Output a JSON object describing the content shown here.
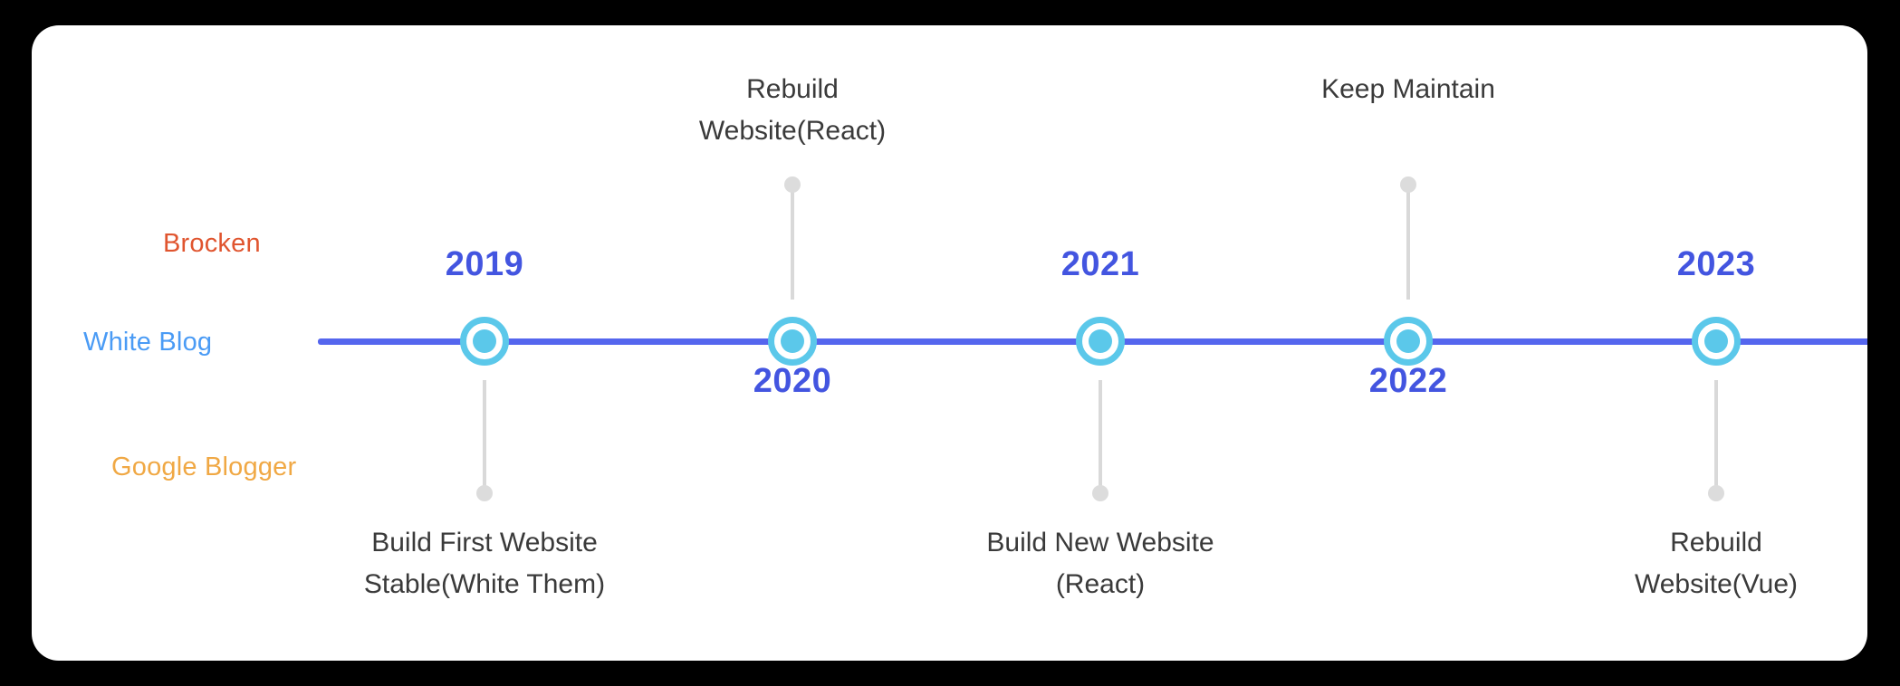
{
  "card": {
    "background": "#ffffff",
    "page_background": "#000000",
    "corner_radius": "30px"
  },
  "legend": {
    "items": [
      {
        "label": "Brocken",
        "color": "#e0552f"
      },
      {
        "label": "White Blog",
        "color": "#4a9bf5"
      },
      {
        "label": "Google Blogger",
        "color": "#f0a844"
      }
    ]
  },
  "axis": {
    "color": "#5566ee"
  },
  "marker": {
    "ring_color": "#5bc8ea",
    "center_color": "#5bc8ea",
    "gap_color": "#ffffff"
  },
  "connector": {
    "line_color": "#d9d9d9",
    "dot_color": "#dcdcdc"
  },
  "year_color": "#4355e0",
  "caption_color": "#3a3a3a",
  "chart_data": {
    "type": "timeline",
    "title": "",
    "orientation": "horizontal",
    "categories": [
      "Brocken",
      "White Blog",
      "Google Blogger"
    ],
    "events": [
      {
        "year": "2019",
        "year_position": "above",
        "caption": "Build First Website\nStable(White Them)",
        "caption_position": "below"
      },
      {
        "year": "2020",
        "year_position": "below",
        "caption": "Rebuild\nWebsite(React)",
        "caption_position": "above"
      },
      {
        "year": "2021",
        "year_position": "above",
        "caption": "Build New Website\n(React)",
        "caption_position": "below"
      },
      {
        "year": "2022",
        "year_position": "below",
        "caption": "Keep Maintain",
        "caption_position": "above"
      },
      {
        "year": "2023",
        "year_position": "above",
        "caption": "Rebuild\nWebsite(Vue)",
        "caption_position": "below"
      }
    ]
  }
}
